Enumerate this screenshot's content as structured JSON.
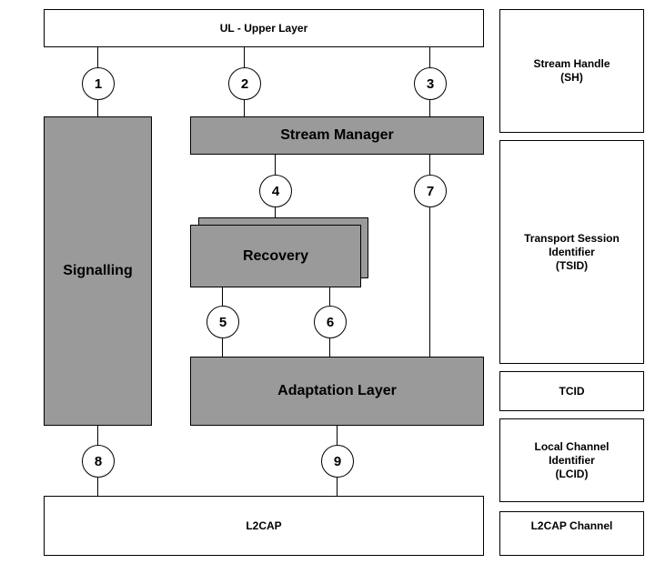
{
  "upper_layer": "UL - Upper Layer",
  "stream_manager": "Stream Manager",
  "signalling": "Signalling",
  "recovery": "Recovery",
  "adaptation_layer": "Adaptation Layer",
  "l2cap": "L2CAP",
  "interfaces": [
    "1",
    "2",
    "3",
    "4",
    "5",
    "6",
    "7",
    "8",
    "9"
  ],
  "legend": {
    "stream_handle": [
      "Stream Handle",
      "(SH)"
    ],
    "tsid": [
      "Transport Session",
      "Identifier",
      "(TSID)"
    ],
    "tcid": "TCID",
    "lcid": [
      "Local Channel",
      "Identifier",
      "(LCID)"
    ],
    "l2cap_channel": "L2CAP Channel"
  },
  "colors": {
    "block_gray": "#9a9a9a",
    "block_white": "#ffffff"
  }
}
